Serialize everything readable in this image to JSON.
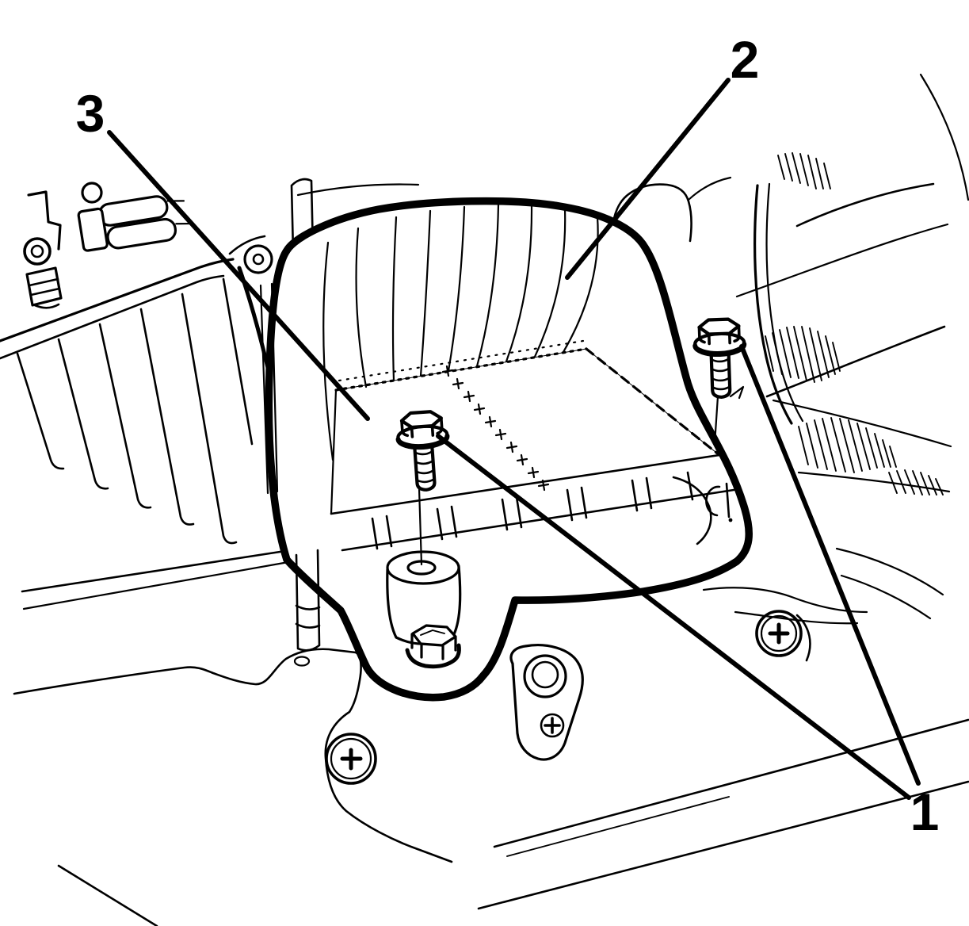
{
  "figure": {
    "description_hint": "line-art service illustration",
    "background_color": "#ffffff",
    "line_color": "#000000",
    "callouts": {
      "c1": {
        "label": "1"
      },
      "c2": {
        "label": "2"
      },
      "c3": {
        "label": "3"
      }
    }
  }
}
